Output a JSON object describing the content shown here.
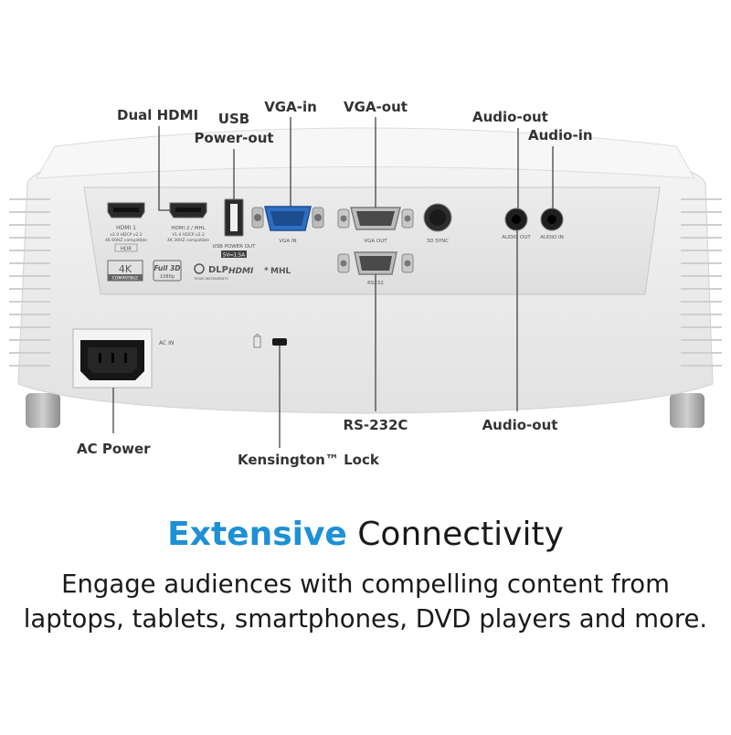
{
  "callouts": {
    "dual_hdmi": "Dual HDMI",
    "usb_power_line1": "USB",
    "usb_power_line2": "Power-out",
    "vga_in": "VGA-in",
    "vga_out": "VGA-out",
    "audio_out_top": "Audio-out",
    "audio_in": "Audio-in",
    "ac_power": "AC Power",
    "kensington": "Kensington™ Lock",
    "rs232c": "RS-232C",
    "audio_out_bottom": "Audio-out"
  },
  "panel_text": {
    "hdmi1": "HDMI 1",
    "hdmi1_spec1": "v2.0 HDCP v2.2",
    "hdmi1_spec2": "4K 60HZ compatible",
    "hdr": "HDR",
    "hdmi2": "HDMI 2 / MHL",
    "hdmi2_spec1": "V1.4 HDCP v2.2",
    "hdmi2_spec2": "4K 30HZ compatible",
    "usb_power_out": "USB POWER OUT",
    "usb_rating": "5V⎓1.5A",
    "vga_in": "VGA IN",
    "vga_out": "VGA OUT",
    "sync_3d": "3D SYNC",
    "rs232": "RS232",
    "audio_out": "AUDIO OUT",
    "audio_in": "AUDIO IN",
    "ac_in": "AC IN",
    "logo_4k": "4K",
    "logo_4k_sub": "COMPATIBLE",
    "logo_full3d": "Full 3D",
    "logo_full3d_sub": "1080p",
    "logo_dlp": "DLP",
    "logo_dlp_sub": "TEXAS INSTRUMENTS",
    "logo_hdmi": "HDMI",
    "logo_mhl": "MHL"
  },
  "headline": {
    "accent": "Extensive",
    "rest": " Connectivity"
  },
  "subtext": {
    "line1": "Engage audiences with compelling content from",
    "line2": "laptops, tablets, smartphones, DVD players and more."
  },
  "colors": {
    "accent": "#1e90d6",
    "text": "#1a1a1a",
    "label": "#333333"
  }
}
